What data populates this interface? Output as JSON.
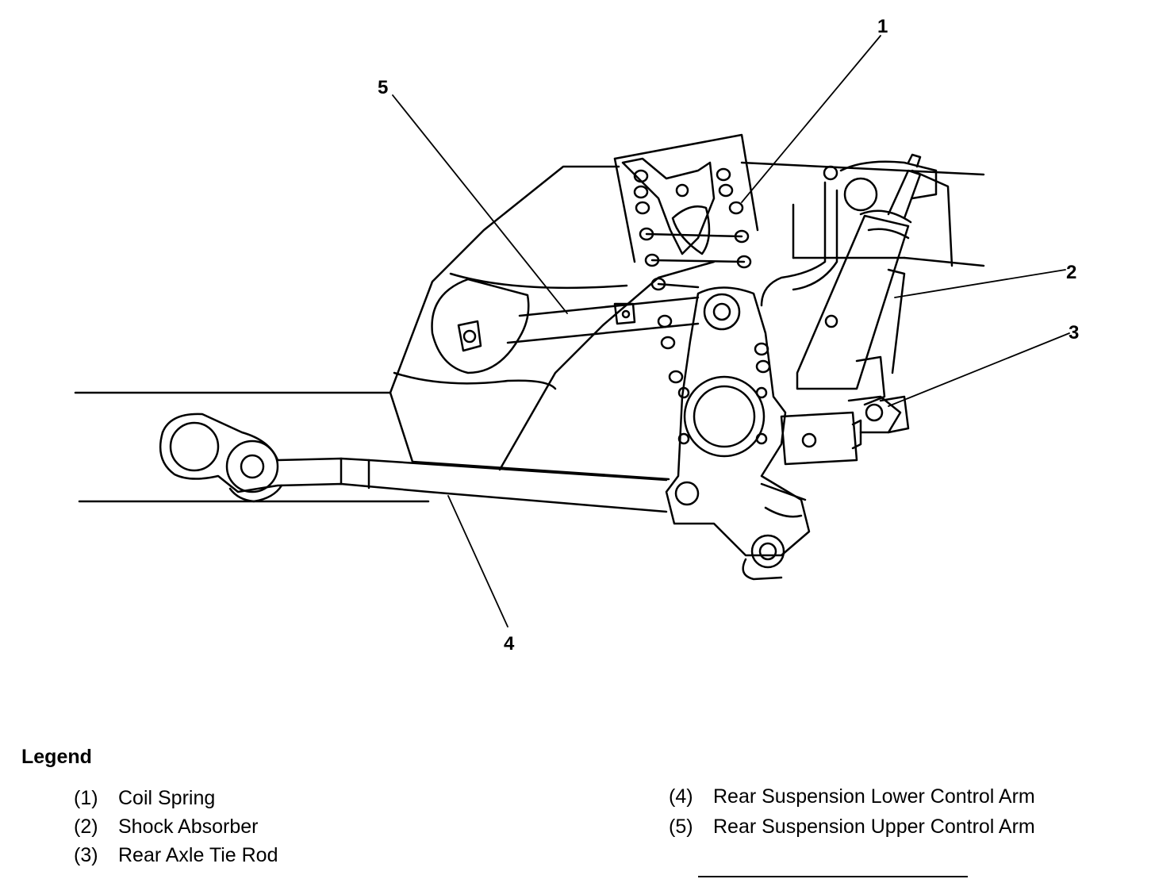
{
  "callouts": [
    "1",
    "2",
    "3",
    "4",
    "5"
  ],
  "legend": {
    "title": "Legend",
    "items": [
      {
        "num": "(1)",
        "label": "Coil Spring"
      },
      {
        "num": "(2)",
        "label": "Shock Absorber"
      },
      {
        "num": "(3)",
        "label": "Rear Axle Tie Rod"
      },
      {
        "num": "(4)",
        "label": "Rear Suspension Lower Control Arm"
      },
      {
        "num": "(5)",
        "label": "Rear Suspension Upper Control Arm"
      }
    ]
  }
}
